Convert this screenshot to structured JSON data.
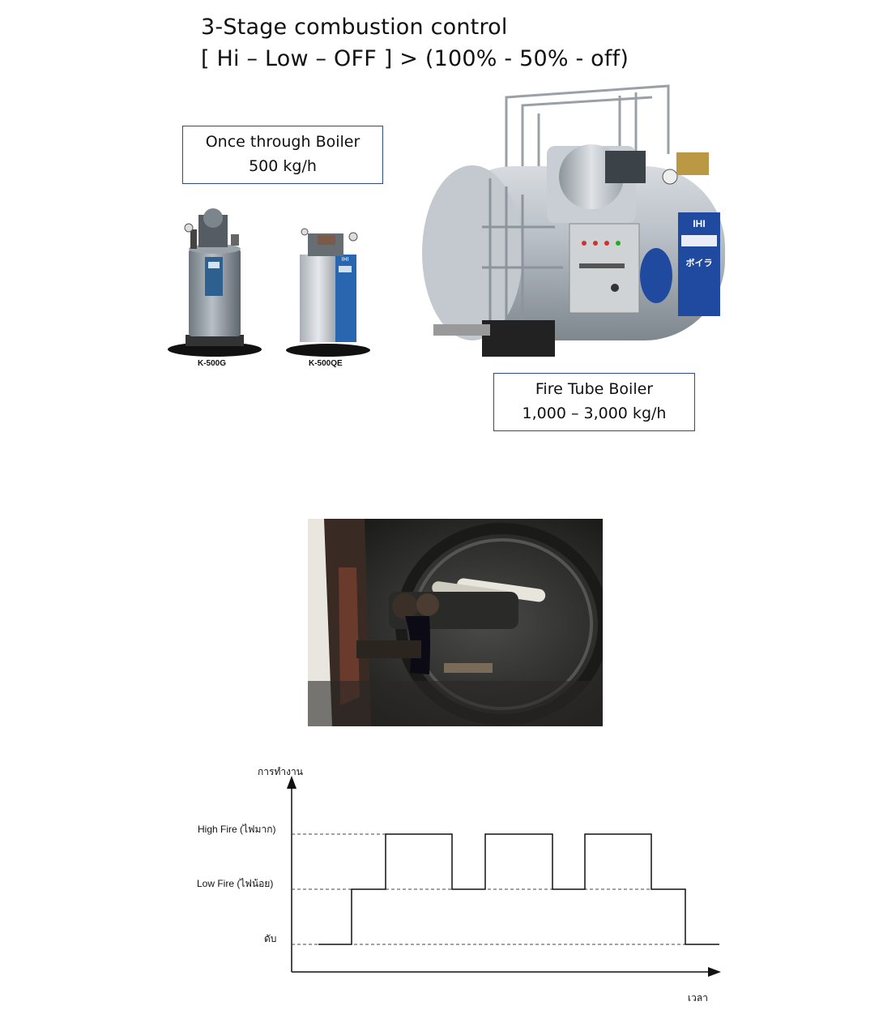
{
  "header": {
    "title_line1": "3-Stage combustion control",
    "title_line2": "[ Hi – Low – OFF ] > (100% - 50% - off)"
  },
  "once_through": {
    "caption_line1": "Once through Boiler",
    "caption_line2": "500 kg/h",
    "model_left": "K-500G",
    "model_right": "K-500QE",
    "badge_text": "IHI"
  },
  "fire_tube": {
    "caption_line1": "Fire Tube Boiler",
    "caption_line2": "1,000 – 3,000 kg/h",
    "badge_text": "IHI",
    "badge_sub": "ボイラ"
  },
  "diagram": {
    "y_axis_label": "การทำงาน",
    "x_axis_label": "เวลา",
    "level_high": "High Fire (ไฟมาก)",
    "level_low": "Low Fire (ไฟน้อย)",
    "level_off": "ดับ",
    "colors": {
      "line": "#111111",
      "dashed": "#444444"
    }
  }
}
